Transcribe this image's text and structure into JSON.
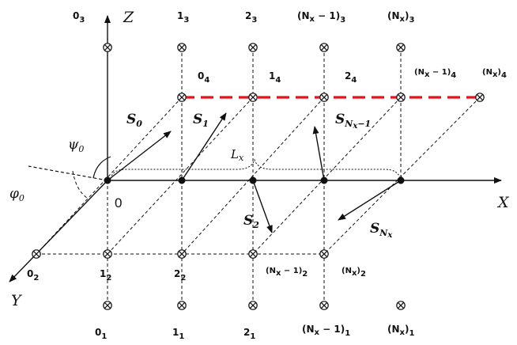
{
  "axes": {
    "x": "X",
    "y": "Y",
    "z": "Z"
  },
  "origin": "0",
  "dimension": {
    "base": "L",
    "sub": "x"
  },
  "angles": {
    "psi": {
      "base": "ψ",
      "sub": "0"
    },
    "phi": {
      "base": "φ",
      "sub": "0"
    }
  },
  "vectors": [
    {
      "base": "S",
      "sub": "0"
    },
    {
      "base": "S",
      "sub": "1"
    },
    {
      "base": "S",
      "sub": "2"
    },
    {
      "base": "S",
      "sub": "N",
      "sub2": "x",
      "sub3": "−1"
    },
    {
      "base": "S",
      "sub": "N",
      "sub2": "x"
    }
  ],
  "top_labels": [
    {
      "base": "0",
      "sub": "3"
    },
    {
      "base": "1",
      "sub": "3"
    },
    {
      "base": "2",
      "sub": "3"
    },
    {
      "base": "(N",
      "mid": "x",
      "tail": " − 1)",
      "sub": "3"
    },
    {
      "base": "(N",
      "mid": "x",
      "tail": ")",
      "sub": "3"
    }
  ],
  "upper_labels": [
    {
      "base": "0",
      "sub": "4"
    },
    {
      "base": "1",
      "sub": "4"
    },
    {
      "base": "2",
      "sub": "4"
    },
    {
      "base": "(N",
      "mid": "x",
      "tail": " − 1)",
      "sub": "4"
    },
    {
      "base": "(N",
      "mid": "x",
      "tail": ")",
      "sub": "4"
    }
  ],
  "left_labels": [
    {
      "base": "0",
      "sub": "2"
    },
    {
      "base": "1",
      "sub": "2"
    },
    {
      "base": "2",
      "sub": "2"
    },
    {
      "base": "(N",
      "mid": "x",
      "tail": " − 1)",
      "sub": "2"
    },
    {
      "base": "(N",
      "mid": "x",
      "tail": ")",
      "sub": "2"
    }
  ],
  "bottom_labels": [
    {
      "base": "0",
      "sub": "1"
    },
    {
      "base": "1",
      "sub": "1"
    },
    {
      "base": "2",
      "sub": "1"
    },
    {
      "base": "(N",
      "mid": "x",
      "tail": " − 1)",
      "sub": "1"
    },
    {
      "base": "(N",
      "mid": "x",
      "tail": ")",
      "sub": "1"
    }
  ],
  "colors": {
    "line": "#111111",
    "highlight": "#e8141b",
    "background": "#ffffff"
  },
  "icons": {
    "sensor": "circled-times-icon",
    "node": "filled-dot-icon"
  }
}
